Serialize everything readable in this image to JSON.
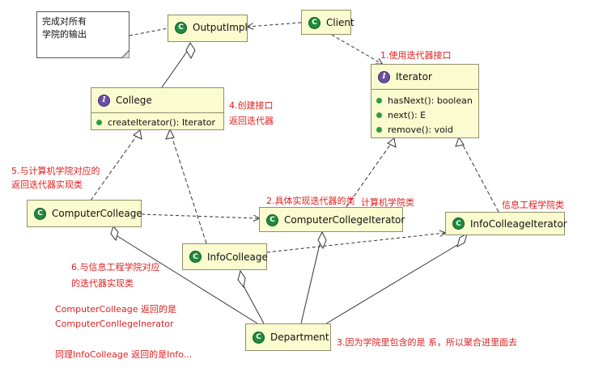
{
  "classes": {
    "output_impl": {
      "name": "OutputImpl",
      "kind": "class"
    },
    "client": {
      "name": "Client",
      "kind": "class"
    },
    "iterator": {
      "name": "Iterator",
      "kind": "interface",
      "ops": [
        "hasNext(): boolean",
        "next(): E",
        "remove(): void"
      ]
    },
    "college": {
      "name": "College",
      "kind": "interface",
      "ops": [
        "createIterator(): Iterator"
      ]
    },
    "computer_colleage": {
      "name": "ComputerColleage",
      "kind": "class"
    },
    "computer_college_iterator": {
      "name": "ComputerCollegeIterator",
      "kind": "class"
    },
    "info_colleage_iterator": {
      "name": "InfoColleageIterator",
      "kind": "class"
    },
    "info_colleage": {
      "name": "InfoColleage",
      "kind": "class"
    },
    "department": {
      "name": "Department",
      "kind": "class"
    }
  },
  "note": {
    "line1": "完成对所有",
    "line2": "学院的输出"
  },
  "annotations": {
    "a1": "1.使用迭代器接口",
    "a4_line1": "4.创建接口",
    "a4_line2": "返回迭代器",
    "a5_line1": "5.与计算机学院对应的",
    "a5_line2": "返回迭代器实现类",
    "a2": "2.具体实现迭代器的类",
    "a2b": "计算机学院类",
    "a_info": "信息工程学院类",
    "a6_line1": "6.与信息工程学院对应",
    "a6_line2": "的迭代器实现类",
    "a_cc_line1": "ComputerColleage 返回的是",
    "a_cc_line2": "ComputerConllegeInerator",
    "a_same": "同理InfoColleage 返回的是Info...",
    "a3": "3.因为学院里包含的是 系，所以聚合进里面去"
  },
  "icons": {
    "class_icon": "C",
    "interface_icon": "I"
  },
  "colors": {
    "class_fill": "#fbfbd0",
    "annotation": "#e02020",
    "class_icon": "#1f8a3c",
    "interface_icon": "#6c4fa5"
  }
}
